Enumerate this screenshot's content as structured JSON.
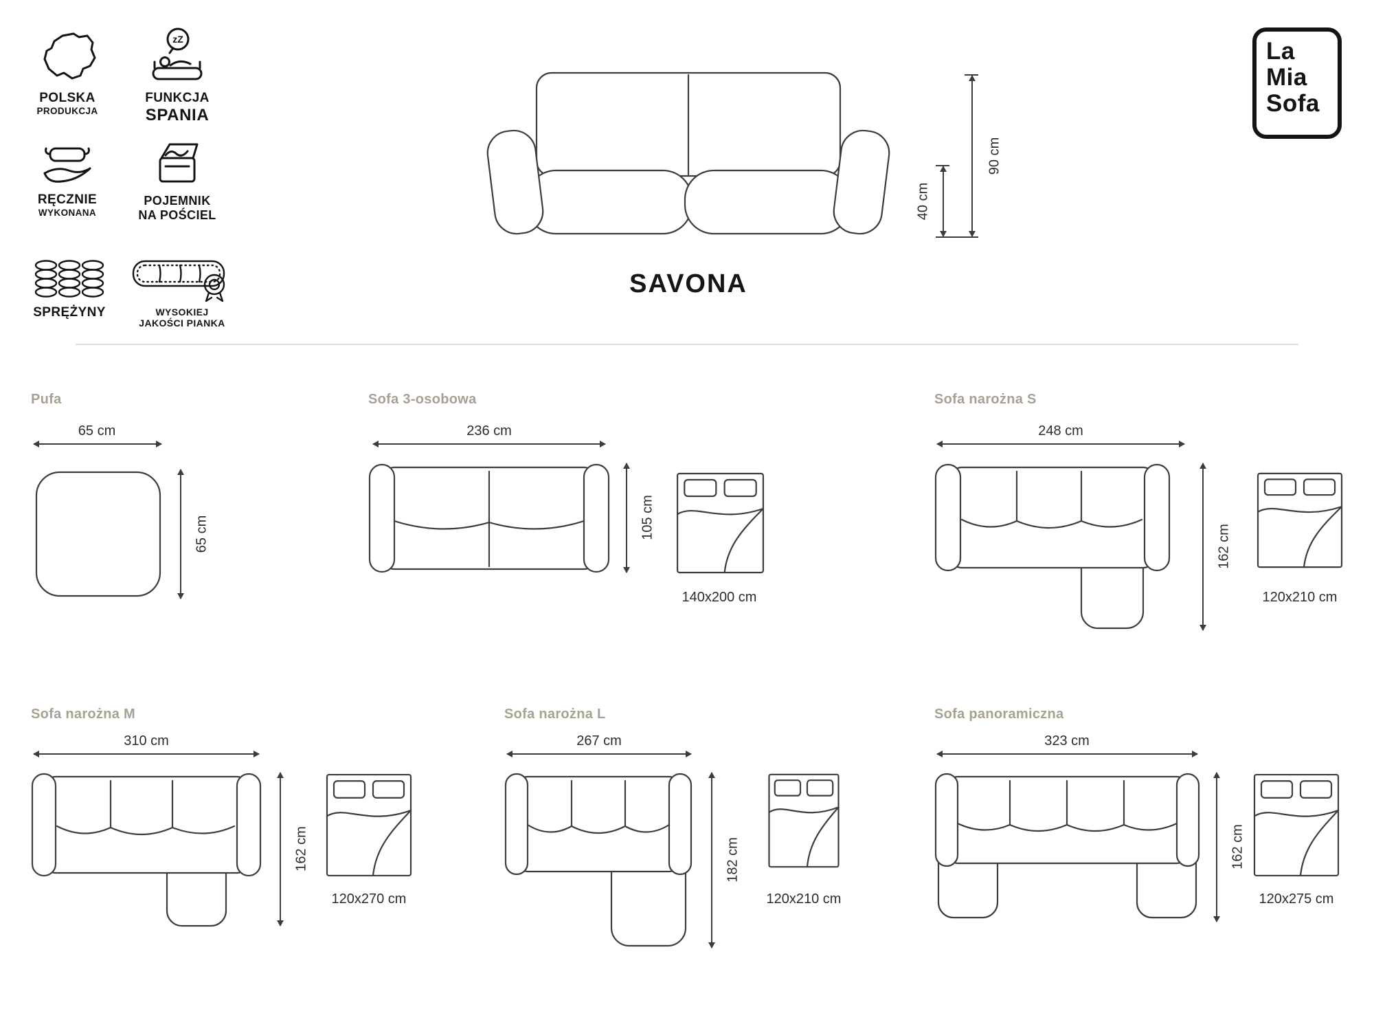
{
  "brand_logo": {
    "line1": "La",
    "line2": "Mia",
    "line3": "Sofa"
  },
  "product": {
    "name": "SAVONA"
  },
  "hero_dimensions": {
    "total_height": "90 cm",
    "seat_height": "40 cm"
  },
  "icon_glyphs": {
    "sleep_z": "zZ"
  },
  "features": [
    {
      "icon": "poland-map-icon",
      "line1": "POLSKA",
      "line2": "PRODUKCJA"
    },
    {
      "icon": "sleep-function-icon",
      "line1": "FUNKCJA",
      "line2": "SPANIA"
    },
    {
      "icon": "handmade-icon",
      "line1": "RĘCZNIE",
      "line2": "WYKONANA"
    },
    {
      "icon": "bedding-storage-icon",
      "line1": "POJEMNIK",
      "line2": "NA POŚCIEL"
    },
    {
      "icon": "springs-icon",
      "line1": "SPRĘŻYNY",
      "line2": ""
    },
    {
      "icon": "foam-quality-icon",
      "line1": "WYSOKIEJ",
      "line2": "JAKOŚCI PIANKA"
    }
  ],
  "variants": [
    {
      "name": "Pufa",
      "width": "65 cm",
      "depth": "65 cm"
    },
    {
      "name": "Sofa 3-osobowa",
      "width": "236 cm",
      "depth": "105 cm",
      "bed_size": "140x200 cm"
    },
    {
      "name": "Sofa narożna S",
      "width": "248 cm",
      "depth": "162 cm",
      "bed_size": "120x210 cm"
    },
    {
      "name": "Sofa narożna M",
      "width": "310 cm",
      "depth": "162 cm",
      "bed_size": "120x270 cm"
    },
    {
      "name": "Sofa narożna L",
      "width": "267 cm",
      "depth": "182 cm",
      "bed_size": "120x210 cm"
    },
    {
      "name": "Sofa panoramiczna",
      "width": "323 cm",
      "depth": "162 cm",
      "bed_size": "120x275 cm"
    }
  ],
  "colors": {
    "line": "#3c3c3c",
    "section_title": "#a7a093",
    "divider": "#dcdcdc",
    "text": "#141414",
    "background": "#ffffff"
  }
}
